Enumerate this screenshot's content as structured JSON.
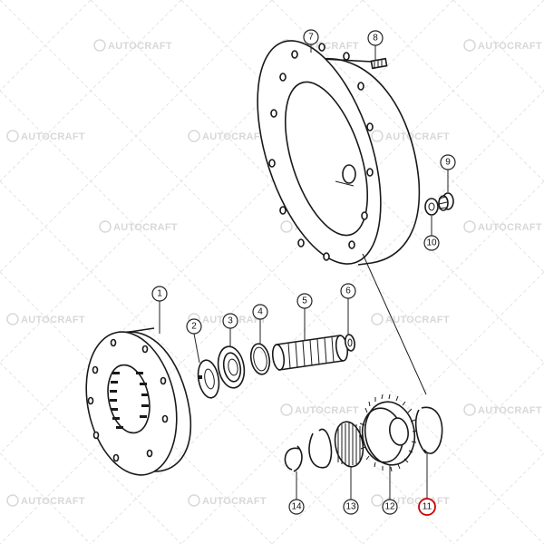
{
  "watermark": {
    "text": "AUTOCRAFT"
  },
  "highlight_color": "#cc0000",
  "callouts": [
    {
      "id": "1",
      "label": "1"
    },
    {
      "id": "2",
      "label": "2"
    },
    {
      "id": "3",
      "label": "3"
    },
    {
      "id": "4",
      "label": "4"
    },
    {
      "id": "5",
      "label": "5"
    },
    {
      "id": "6",
      "label": "6"
    },
    {
      "id": "7",
      "label": "7"
    },
    {
      "id": "8",
      "label": "8"
    },
    {
      "id": "9",
      "label": "9"
    },
    {
      "id": "10",
      "label": "10"
    },
    {
      "id": "11",
      "label": "11",
      "highlighted": true
    },
    {
      "id": "12",
      "label": "12"
    },
    {
      "id": "13",
      "label": "13"
    },
    {
      "id": "14",
      "label": "14"
    }
  ]
}
